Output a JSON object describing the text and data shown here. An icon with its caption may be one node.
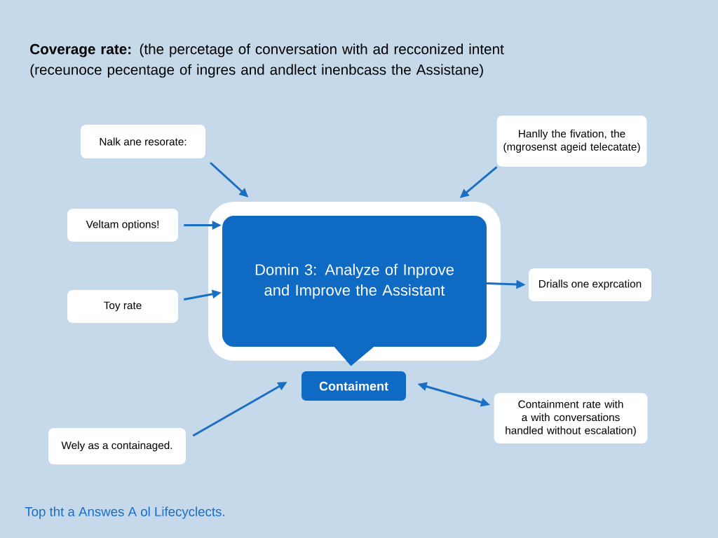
{
  "diagram": {
    "title": "**Coverage rate:** (the percetage of conversation with ad recconized intent (receunoce pecentage of ingres and andlect inenbcass the Assistane)",
    "caption": "Top tht a Answes A ol Lifecyclects.",
    "nodes": [
      {
        "text": [
          "Nalk ane resorate:"
        ]
      },
      {
        "text": [
          "Hanlly the fivation, the (mgrosenst ageid telecatate)"
        ]
      },
      {
        "text": [
          "Veltam options!"
        ]
      },
      {
        "text": [
          "Domin 3: Analyze of Inprove and Improve the Assistant"
        ]
      },
      {
        "text": [
          "Drialls one exprcation"
        ]
      },
      {
        "text": [
          "Toy rate"
        ]
      },
      {
        "text": [
          "Contaiment"
        ]
      },
      {
        "text": [
          "Containment rate with a with conversations handled without escalation)"
        ]
      },
      {
        "text": [
          "Wely as a containaged."
        ]
      }
    ],
    "edges": [
      {
        "from": 0,
        "to": 3,
        "arrow": "to"
      },
      {
        "from": 1,
        "to": 3,
        "arrow": "to"
      },
      {
        "from": 2,
        "to": 3,
        "arrow": "to"
      },
      {
        "from": 5,
        "to": 3,
        "arrow": "to"
      },
      {
        "from": 3,
        "to": 4,
        "arrow": "to"
      },
      {
        "from": 8,
        "to": 6,
        "arrow": "to"
      },
      {
        "from": 6,
        "to": 7,
        "arrow": "both"
      }
    ]
  }
}
